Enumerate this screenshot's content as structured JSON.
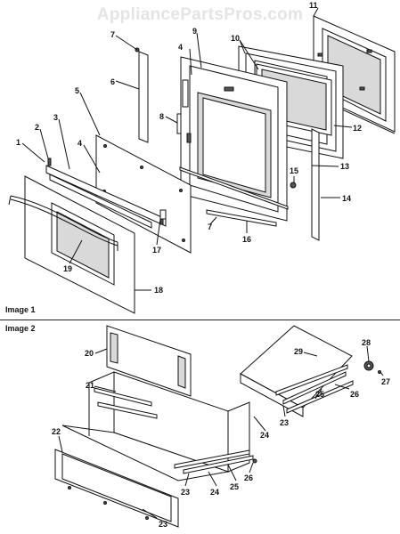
{
  "watermark": "AppliancePartsPros.com",
  "captions": {
    "image1": "Image 1",
    "image2": "Image 2"
  },
  "callouts": [
    {
      "id": "c1",
      "label": "1"
    },
    {
      "id": "c2",
      "label": "2"
    },
    {
      "id": "c3",
      "label": "3"
    },
    {
      "id": "c4a",
      "label": "4"
    },
    {
      "id": "c4b",
      "label": "4"
    },
    {
      "id": "c5",
      "label": "5"
    },
    {
      "id": "c6",
      "label": "6"
    },
    {
      "id": "c7a",
      "label": "7"
    },
    {
      "id": "c7b",
      "label": "7"
    },
    {
      "id": "c8",
      "label": "8"
    },
    {
      "id": "c9",
      "label": "9"
    },
    {
      "id": "c10",
      "label": "10"
    },
    {
      "id": "c11",
      "label": "11"
    },
    {
      "id": "c12",
      "label": "12"
    },
    {
      "id": "c13",
      "label": "13"
    },
    {
      "id": "c14",
      "label": "14"
    },
    {
      "id": "c15",
      "label": "15"
    },
    {
      "id": "c16",
      "label": "16"
    },
    {
      "id": "c17",
      "label": "17"
    },
    {
      "id": "c18",
      "label": "18"
    },
    {
      "id": "c19",
      "label": "19"
    },
    {
      "id": "c20",
      "label": "20"
    },
    {
      "id": "c21",
      "label": "21"
    },
    {
      "id": "c22",
      "label": "22"
    },
    {
      "id": "c23a",
      "label": "23"
    },
    {
      "id": "c23b",
      "label": "23"
    },
    {
      "id": "c23c",
      "label": "23"
    },
    {
      "id": "c24a",
      "label": "24"
    },
    {
      "id": "c24b",
      "label": "24"
    },
    {
      "id": "c25a",
      "label": "25"
    },
    {
      "id": "c25b",
      "label": "25"
    },
    {
      "id": "c26a",
      "label": "26"
    },
    {
      "id": "c26b",
      "label": "26"
    },
    {
      "id": "c27",
      "label": "27"
    },
    {
      "id": "c28",
      "label": "28"
    },
    {
      "id": "c29",
      "label": "29"
    }
  ]
}
